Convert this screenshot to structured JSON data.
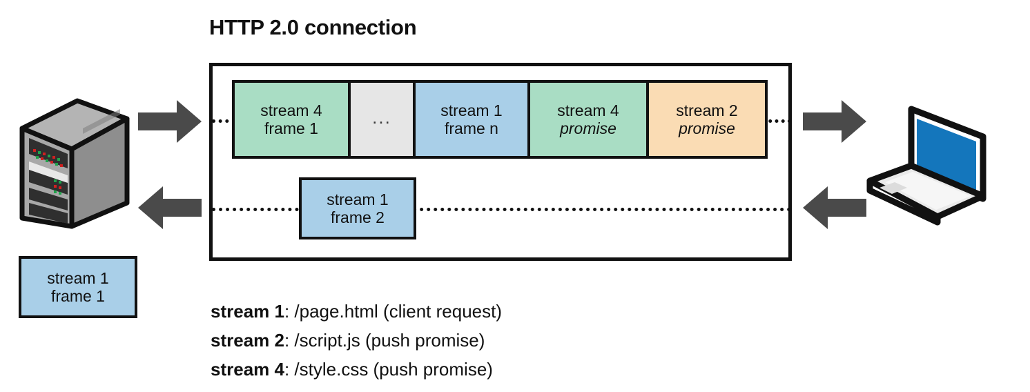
{
  "diagram": {
    "title": "HTTP 2.0 connection",
    "colors": {
      "green": "#a9ddc4",
      "blue": "#a9cfe8",
      "orange": "#fadcb4",
      "gray": "#e6e6e6",
      "outline": "#111111",
      "arrow": "#4a4a4a",
      "laptop_screen": "#1476bc",
      "server_body": "#9a9a9a"
    }
  },
  "endpoints": {
    "server": {
      "icon": "server-tower-icon"
    },
    "client": {
      "icon": "laptop-icon"
    }
  },
  "arrows": {
    "server_outbound": {
      "icon": "arrow-right-icon",
      "direction": "right"
    },
    "server_inbound": {
      "icon": "arrow-left-icon",
      "direction": "left"
    },
    "client_inbound": {
      "icon": "arrow-right-icon",
      "direction": "right"
    },
    "client_outbound": {
      "icon": "arrow-left-icon",
      "direction": "left"
    }
  },
  "downstream_frames": [
    {
      "line1": "stream 4",
      "line2": "frame 1",
      "color": "green",
      "italic2": false
    },
    {
      "line1": "",
      "line2": "...",
      "color": "gray",
      "italic2": false
    },
    {
      "line1": "stream 1",
      "line2": "frame n",
      "color": "blue",
      "italic2": false
    },
    {
      "line1": "stream 4",
      "line2": "promise",
      "color": "green",
      "italic2": true
    },
    {
      "line1": "stream 2",
      "line2": "promise",
      "color": "orange",
      "italic2": true
    }
  ],
  "upstream_frame": {
    "line1": "stream 1",
    "line2": "frame 2",
    "color": "blue"
  },
  "queued_frame": {
    "line1": "stream 1",
    "line2": "frame 1",
    "color": "blue"
  },
  "legend": [
    {
      "label": "stream 1",
      "rest": ": /page.html  (client request)"
    },
    {
      "label": "stream 2",
      "rest": ": /script.js  (push promise)"
    },
    {
      "label": "stream 4",
      "rest": ": /style.css  (push promise)"
    }
  ]
}
